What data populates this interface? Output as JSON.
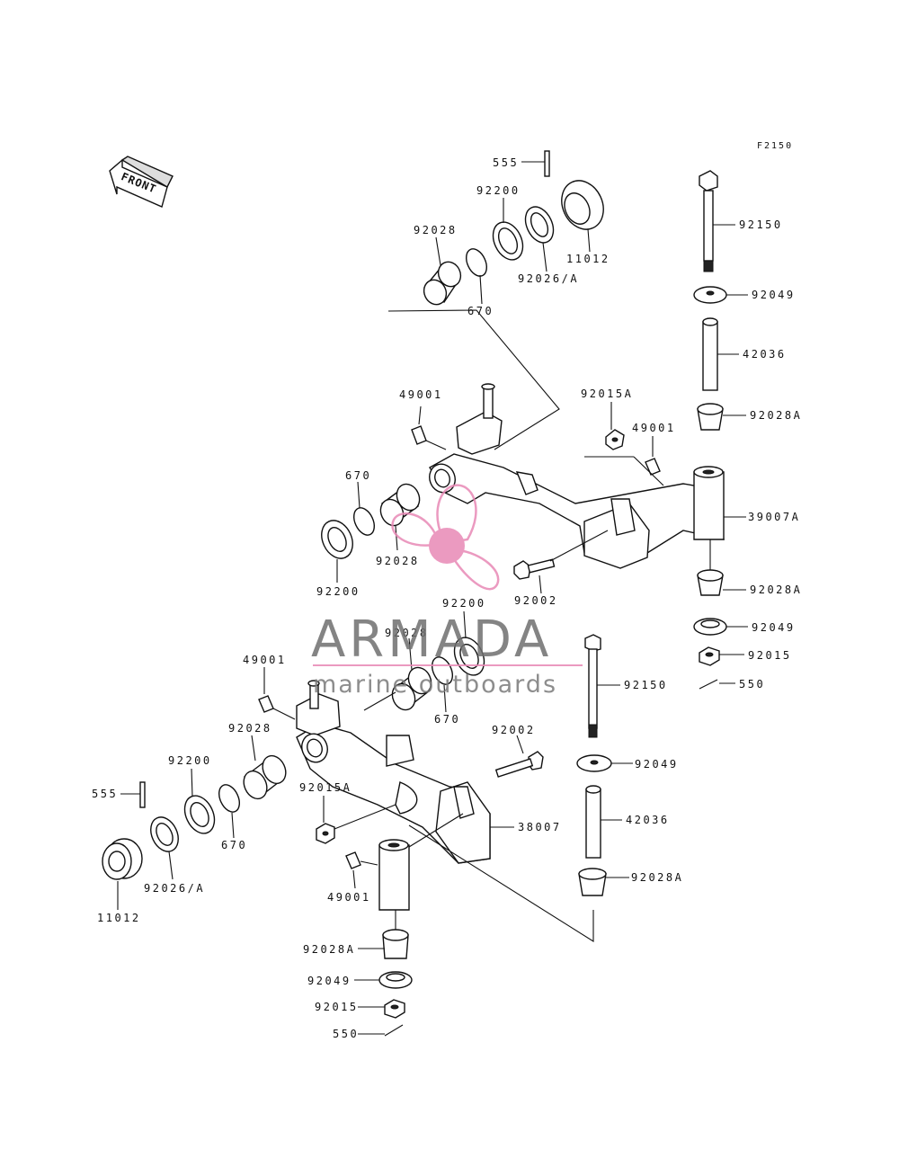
{
  "figure_code": "F2150",
  "front_label": "FRONT",
  "watermark": {
    "brand": "ARMADA",
    "tagline": "marine outboards",
    "accent_color": "#e889b6",
    "text_color": "#6f6f6f"
  },
  "callouts": {
    "upper": {
      "p555": "555",
      "p92200": "92200",
      "p11012": "11012",
      "p92028": "92028",
      "p92026A": "92026/A",
      "p670": "670",
      "p92150": "92150",
      "p92049": "92049",
      "p42036": "42036",
      "p92028A": "92028A",
      "p49001a": "49001",
      "p92015A": "92015A",
      "p49001b": "49001",
      "p39007A": "39007A",
      "p670b": "670",
      "p92200b": "92200",
      "p92028b": "92028",
      "p92002": "92002",
      "p92028A_b": "92028A",
      "p92049_b": "92049",
      "p92015": "92015",
      "p550": "550"
    },
    "lower": {
      "p92200": "92200",
      "p92028": "92028",
      "p49001": "49001",
      "p92150": "92150",
      "p670": "670",
      "p92028b": "92028",
      "p92002": "92002",
      "p92200b": "92200",
      "p555": "555",
      "p92015A": "92015A",
      "p670b": "670",
      "p38007": "38007",
      "p92049": "92049",
      "p42036": "42036",
      "p11012": "11012",
      "p92026A": "92026/A",
      "p49001b": "49001",
      "p92028A": "92028A",
      "p92028A_b": "92028A",
      "p92049_b": "92049",
      "p92015": "92015",
      "p550": "550"
    }
  }
}
